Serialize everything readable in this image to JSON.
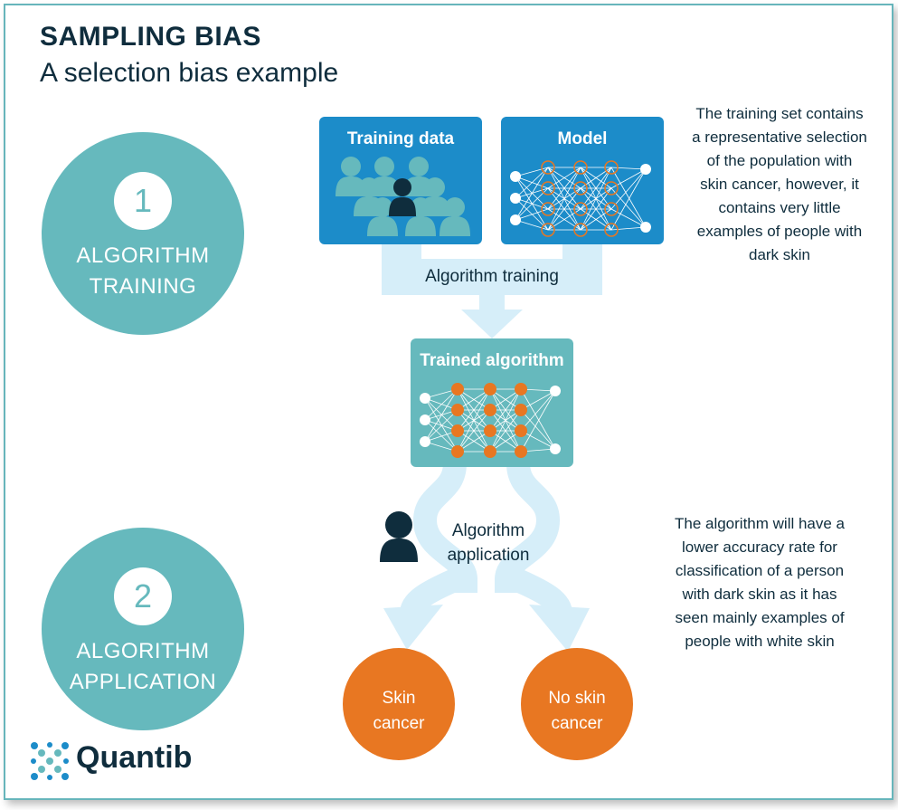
{
  "header": {
    "title": "SAMPLING BIAS",
    "subtitle": "A selection bias example"
  },
  "steps": [
    {
      "number": "1",
      "line1": "ALGORITHM",
      "line2": "TRAINING"
    },
    {
      "number": "2",
      "line1": "ALGORITHM",
      "line2": "APPLICATION"
    }
  ],
  "boxes": {
    "training_data": "Training data",
    "model": "Model",
    "trained_algorithm": "Trained algorithm"
  },
  "flow": {
    "training": "Algorithm training",
    "application_line1": "Algorithm",
    "application_line2": "application"
  },
  "outcomes": [
    {
      "line1": "Skin",
      "line2": "cancer"
    },
    {
      "line1": "No skin",
      "line2": "cancer"
    }
  ],
  "notes": {
    "training": [
      "The training set contains",
      "a representative selection",
      "of the population with",
      "skin cancer, however, it",
      "contains very little",
      "examples of people with",
      "dark skin"
    ],
    "application": [
      "The algorithm will have a",
      "lower accuracy rate for",
      "classification of a person",
      "with dark skin as it has",
      "seen mainly examples of",
      "people with white skin"
    ]
  },
  "logo": {
    "text": "Quantib"
  },
  "colors": {
    "teal": "#66b9bd",
    "blue": "#1c8cc9",
    "orange": "#e87722",
    "navy": "#0f2d3d",
    "light_blue": "#d6eef9"
  }
}
